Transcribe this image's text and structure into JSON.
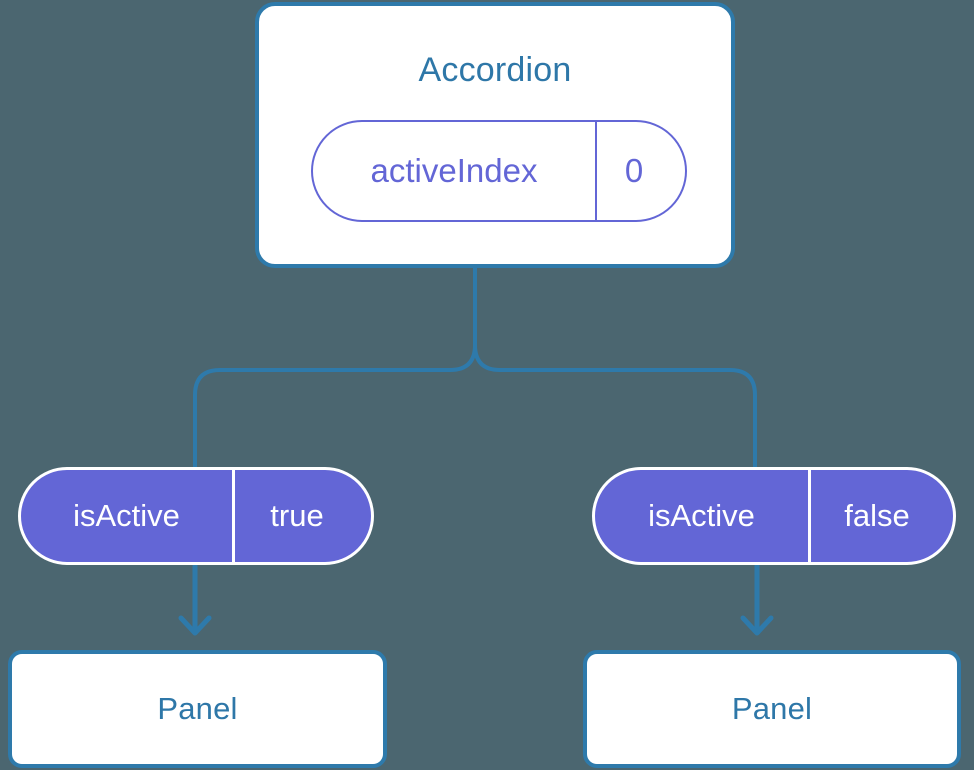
{
  "diagram": {
    "title_node": {
      "label": "Accordion",
      "prop": {
        "key": "activeIndex",
        "value": "0"
      }
    },
    "branches": [
      {
        "side": "left",
        "prop": {
          "key": "isActive",
          "value": "true"
        },
        "child": {
          "label": "Panel"
        }
      },
      {
        "side": "right",
        "prop": {
          "key": "isActive",
          "value": "false"
        },
        "child": {
          "label": "Panel"
        }
      }
    ],
    "colors": {
      "background": "#4b6670",
      "card_border": "#2e7aab",
      "card_fill": "#ffffff",
      "heading_text": "#2e77a8",
      "pill_fill": "#6366d6",
      "pill_text": "#ffffff",
      "pill_outline_text": "#6366d6",
      "connector": "#2e7aab",
      "arrow": "#2e7aab"
    },
    "connectors": {
      "trunk_name": "accordion-to-branches",
      "arrow_left_name": "arrow-left-down",
      "arrow_right_name": "arrow-right-down"
    }
  }
}
